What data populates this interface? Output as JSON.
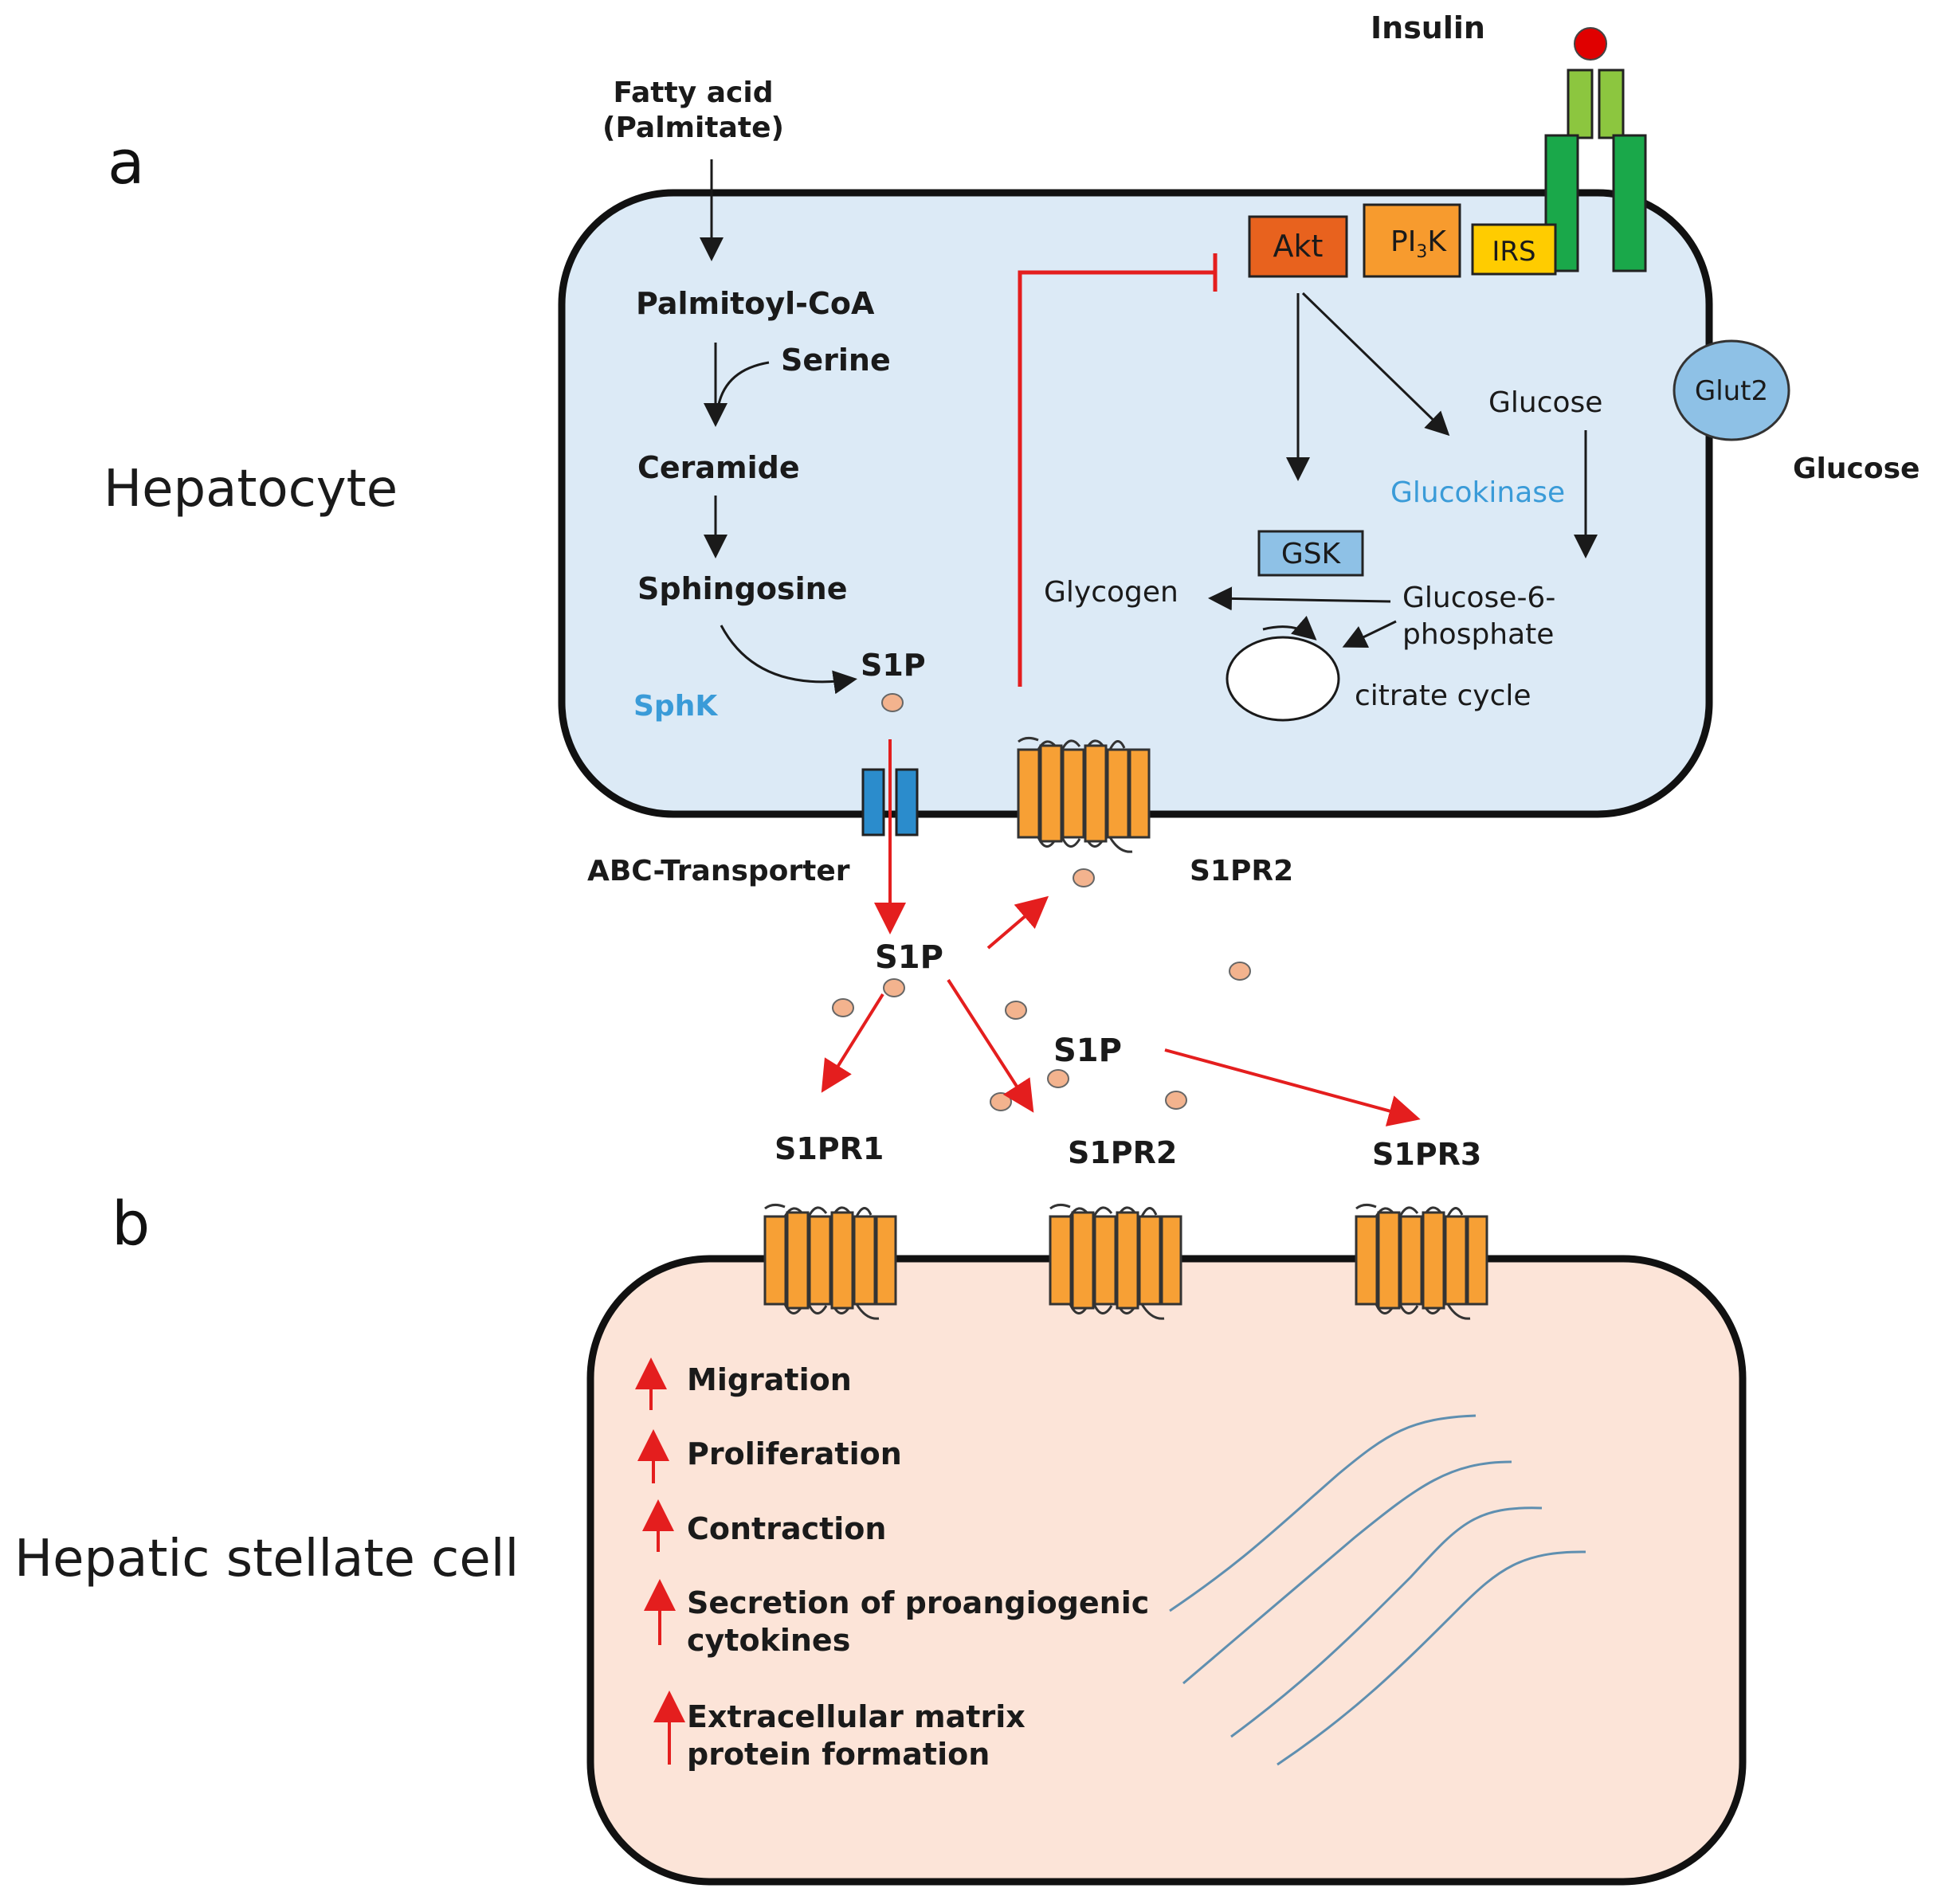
{
  "panel_a": {
    "letter": "a",
    "cell_label": "Hepatocyte",
    "fatty_acid_line1": "Fatty acid",
    "fatty_acid_line2": "(Palmitate)",
    "palmitoyl_coa": "Palmitoyl-CoA",
    "serine": "Serine",
    "ceramide": "Ceramide",
    "sphingosine": "Sphingosine",
    "sphk": "SphK",
    "s1p_inside": "S1P",
    "insulin": "Insulin",
    "akt": "Akt",
    "pi3k_main": "PI",
    "pi3k_sub": "3",
    "pi3k_end": "K",
    "irs": "IRS",
    "glut2": "Glut2",
    "glucose_outside": "Glucose",
    "glucose_inside": "Glucose",
    "glucokinase": "Glucokinase",
    "gsk": "GSK",
    "glycogen": "Glycogen",
    "g6p_line1": "Glucose-6-",
    "g6p_line2": "phosphate",
    "citrate_cycle": "citrate cycle",
    "abc_transporter": "ABC-Transporter",
    "s1pr2": "S1PR2"
  },
  "extracellular": {
    "s1p_upper": "S1P",
    "s1p_lower": "S1P"
  },
  "panel_b": {
    "letter": "b",
    "cell_label": "Hepatic stellate cell",
    "receptors": [
      "S1PR1",
      "S1PR2",
      "S1PR3"
    ],
    "effects": [
      "Migration",
      "Proliferation",
      "Contraction",
      "Secretion of proangiogenic",
      "cytokines",
      "Extracellular matrix",
      "protein formation"
    ]
  },
  "colors": {
    "hepatocyte_fill": "#dceaf6",
    "stellate_fill": "#fce4d8",
    "receptor_orange": "#f7a035",
    "akt": "#e8621e",
    "pi3k": "#f79b2e",
    "irs": "#ffcc00",
    "insulin_receptor_dark": "#1aa84a",
    "insulin_receptor_light": "#8cc63f",
    "insulin_ball": "#e00000",
    "glut2": "#8ec1e6",
    "gsk": "#8ec1e6",
    "abc_transporter": "#2b8ccc",
    "s1p_dot": "#f3b38e",
    "inhibit_red": "#e41e1e",
    "blue_text": "#3a9bd8",
    "ecm_fiber": "#5f8fb0"
  }
}
